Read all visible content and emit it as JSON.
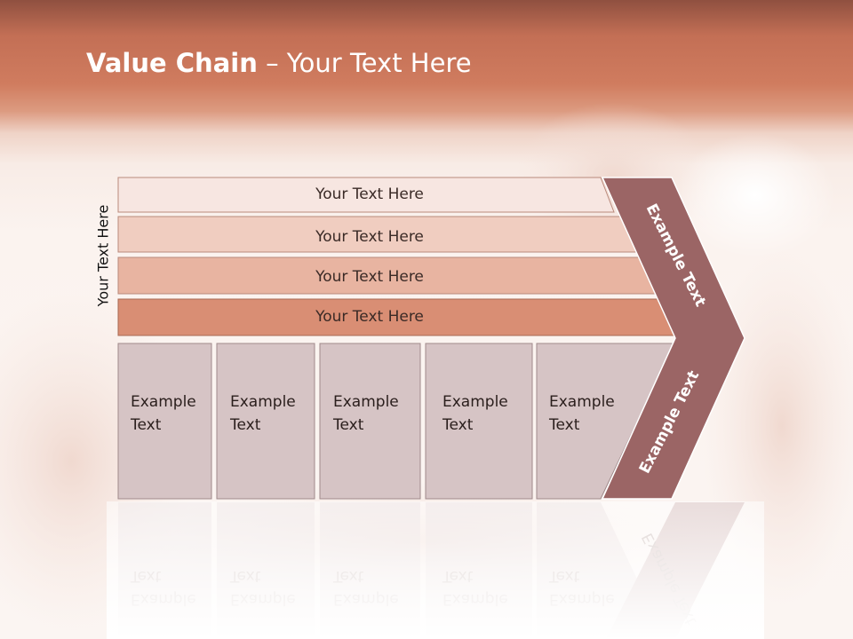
{
  "title": {
    "bold": "Value Chain",
    "rest": " – Your Text Here"
  },
  "side_label": "Your Text Here",
  "bars": [
    {
      "label": "Your Text Here"
    },
    {
      "label": "Your Text Here"
    },
    {
      "label": "Your Text Here"
    },
    {
      "label": "Your Text Here"
    }
  ],
  "boxes": [
    {
      "line1": "Example",
      "line2": "Text"
    },
    {
      "line1": "Example",
      "line2": "Text"
    },
    {
      "line1": "Example",
      "line2": "Text"
    },
    {
      "line1": "Example",
      "line2": "Text"
    },
    {
      "line1": "Example",
      "line2": "Text"
    }
  ],
  "chevron": {
    "upper": "Example Text",
    "lower": "Example Text"
  },
  "colors": {
    "header": "#c8735a",
    "bar_1": "#f7e6e1",
    "bar_2": "#f0cdc0",
    "bar_3": "#e8b4a1",
    "bar_4": "#d98e74",
    "box_fill": "#d6c4c5",
    "chevron": "#9b6565"
  }
}
